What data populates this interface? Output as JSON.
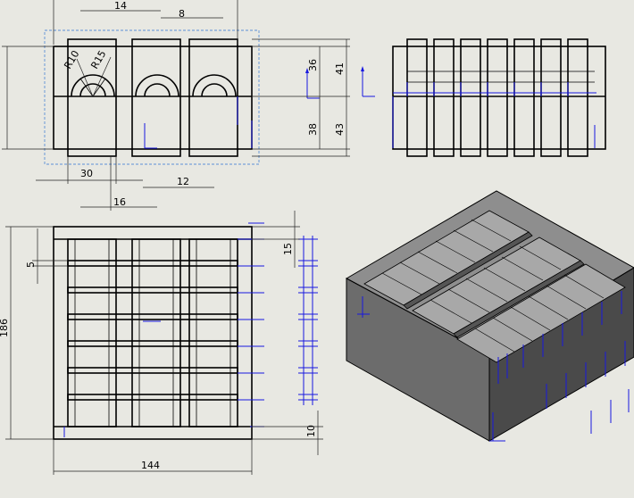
{
  "drawing": {
    "dimensions": {
      "d14": "14",
      "d8": "8",
      "r10": "R10",
      "r15": "R15",
      "d36": "36",
      "d41": "41",
      "d38": "38",
      "d43": "43",
      "d30": "30",
      "d12": "12",
      "d16": "16",
      "d15": "15",
      "d5": "5",
      "d186": "186",
      "d10": "10",
      "d144": "144"
    },
    "colors": {
      "line": "#000000",
      "constraint": "#1818e0",
      "bounding": "#5b8fd6",
      "background": "#e8e8e2",
      "iso_top": "#8e8e8e",
      "iso_left": "#6c6c6c",
      "iso_right": "#4a4a4a"
    }
  }
}
